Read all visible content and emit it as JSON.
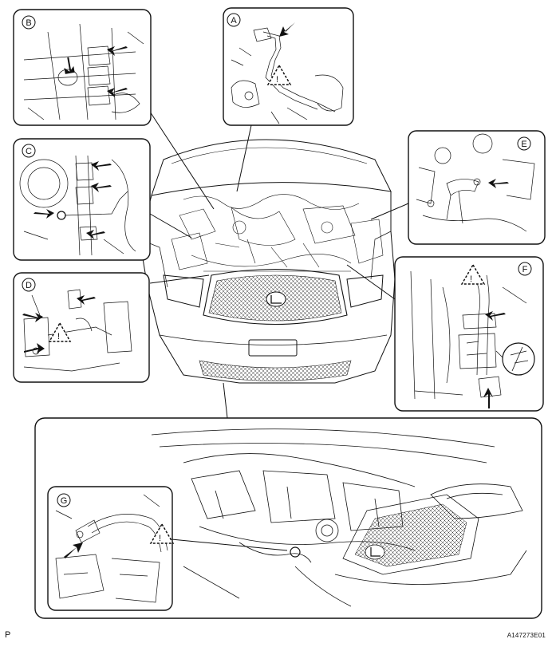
{
  "figure": {
    "page_mark": "P",
    "figure_id": "A147273E01",
    "callouts": [
      {
        "letter": "A",
        "caption": ""
      },
      {
        "letter": "B",
        "caption": ""
      },
      {
        "letter": "C",
        "caption": ""
      },
      {
        "letter": "D",
        "caption": ""
      },
      {
        "letter": "E",
        "caption": ""
      },
      {
        "letter": "F",
        "caption": ""
      },
      {
        "letter": "G",
        "caption": ""
      }
    ]
  },
  "colors": {
    "ink": "#111111",
    "paper": "#ffffff"
  },
  "icons": {
    "arrow": "arrow-icon",
    "warning": "warning-triangle-icon",
    "emblem": "brand-emblem-icon"
  }
}
